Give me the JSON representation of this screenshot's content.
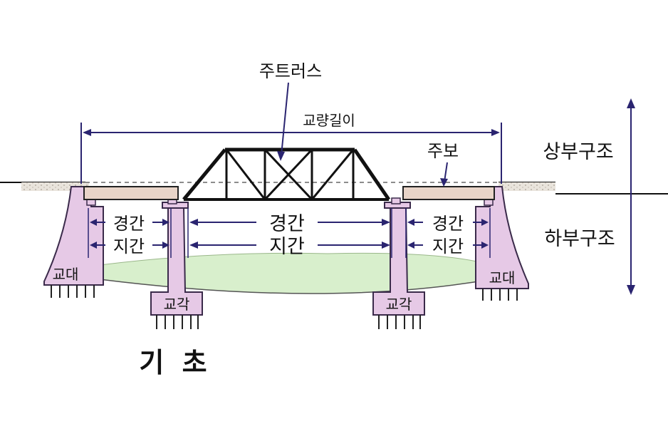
{
  "labels": {
    "main_truss": "주트러스",
    "bridge_length": "교량길이",
    "main_girder": "주보",
    "superstructure": "상부구조",
    "substructure": "하부구조",
    "span_left_1": "경간",
    "span_left_2": "지간",
    "span_center_1": "경간",
    "span_center_2": "지간",
    "span_right_1": "경간",
    "span_right_2": "지간",
    "abutment_left": "교대",
    "abutment_right": "교대",
    "pier_left": "교각",
    "pier_right": "교각",
    "foundation": "기 초"
  },
  "colors": {
    "structure_fill": "#e6c9e6",
    "structure_stroke": "#3a2a4a",
    "water": "#d8efcc",
    "ground": "#d4cfc8",
    "girder": "#e8d4c8",
    "truss": "#111111",
    "dimension": "#2a2470"
  }
}
